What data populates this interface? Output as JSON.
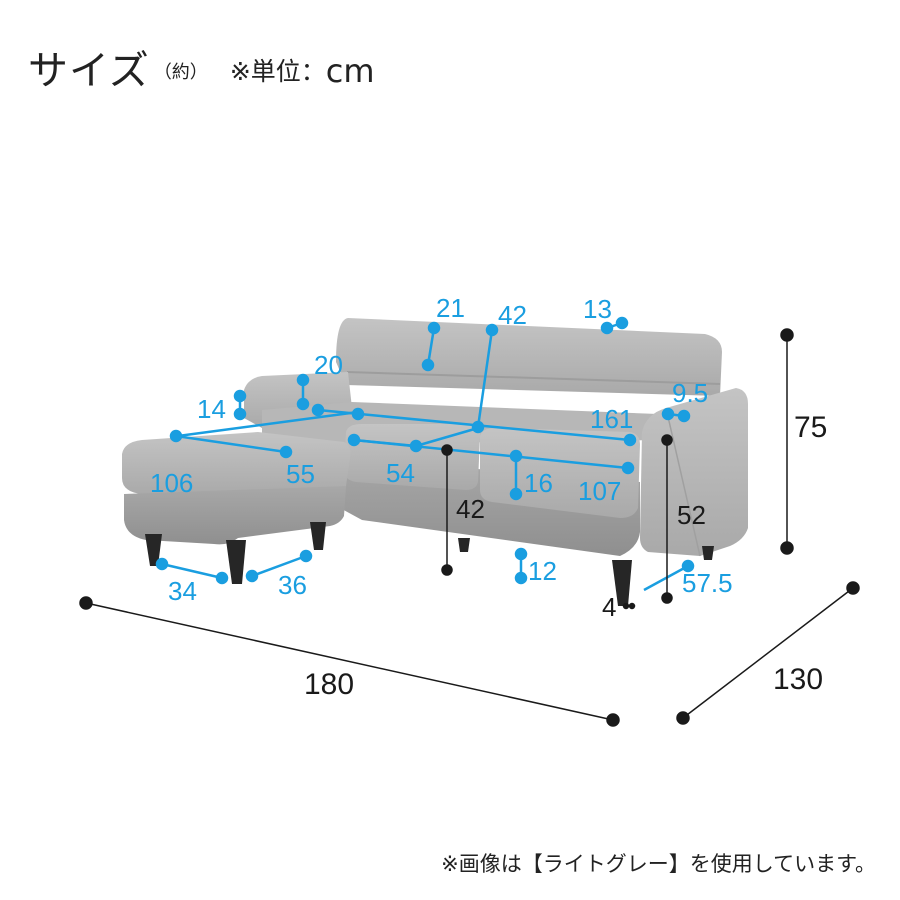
{
  "header": {
    "title_main": "サイズ",
    "title_sub": "（約）",
    "unit_prefix": "※単位：",
    "unit_value": "cm"
  },
  "footer_note": "※画像は【ライトグレー】を使用しています。",
  "colors": {
    "dimension_blue": "#1a9ee0",
    "dimension_dark": "#1a1a1a",
    "sofa_fabric": "#b3b3b3",
    "leg": "#262626"
  },
  "dimensions": {
    "seat_height_back": "21",
    "back_total_width": "42",
    "back_thickness_top": "13",
    "arm_back_height": "20",
    "arm_height": "14",
    "arm_width": "9.5",
    "seat_width_total": "161",
    "ottoman_length": "106",
    "ottoman_width": "55",
    "seat_depth": "54",
    "cushion_thickness": "16",
    "seat_width_inner": "107",
    "seat_height_front": "42",
    "arm_front_height": "52",
    "leg_height": "12",
    "leg_spacing_left": "34",
    "leg_spacing_right": "36",
    "arm_depth": "57.5",
    "leg_size": "4",
    "total_height": "75",
    "total_width": "180",
    "total_depth": "130"
  }
}
